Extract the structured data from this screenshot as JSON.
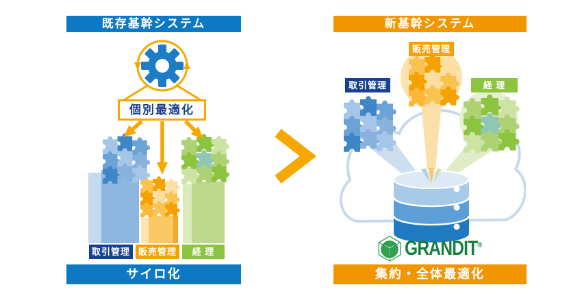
{
  "left_panel": {
    "header": "既存基幹システム",
    "optimization_label": "個別最適化",
    "modules": [
      {
        "label": "取引管理",
        "color": "#15418f"
      },
      {
        "label": "販売管理",
        "color": "#f5a200"
      },
      {
        "label": "経 理",
        "color": "#8cc33f"
      }
    ],
    "footer": "サイロ化"
  },
  "right_panel": {
    "header": "新基幹システム",
    "modules": [
      {
        "label": "取引管理",
        "color": "#15418f"
      },
      {
        "label": "販売管理",
        "color": "#f5a200"
      },
      {
        "label": "経 理",
        "color": "#8cc33f"
      }
    ],
    "logo": {
      "text": "GRANDIT",
      "reg": "®"
    },
    "footer": "集約・全体最適化"
  },
  "icons": {
    "gear": "gear-icon",
    "rotation_arrows": "rotation-arrows-icon",
    "chevron": "chevron-right-icon",
    "cloud": "cloud-icon",
    "database": "database-icon",
    "puzzle_clusters": "puzzle-cluster-icon",
    "grandit_mark": "grandit-mark-icon"
  },
  "colors": {
    "primary_blue": "#0d79c4",
    "primary_orange": "#f29600",
    "accent_orange": "#f6a800",
    "navy_chip": "#15418f",
    "orange_chip": "#f5a200",
    "green_chip": "#8cc33f",
    "grandit_green": "#15803d"
  }
}
